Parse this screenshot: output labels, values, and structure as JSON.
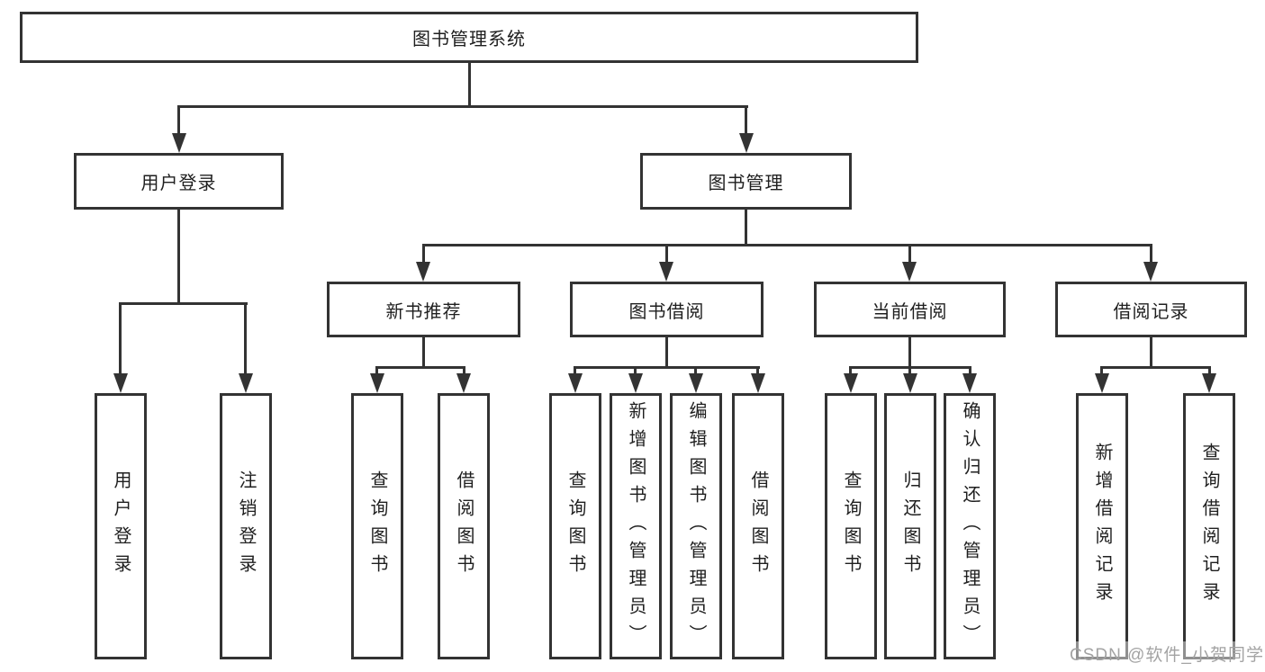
{
  "diagram": {
    "root": "图书管理系统",
    "login": {
      "label": "用户登录",
      "children": [
        "用户登录",
        "注销登录"
      ]
    },
    "management": {
      "label": "图书管理",
      "modules": [
        {
          "label": "新书推荐",
          "children": [
            "查询图书",
            "借阅图书"
          ]
        },
        {
          "label": "图书借阅",
          "children": [
            "查询图书",
            "新增图书（管理员）",
            "编辑图书（管理员）",
            "借阅图书"
          ]
        },
        {
          "label": "当前借阅",
          "children": [
            "查询图书",
            "归还图书",
            "确认归还（管理员）"
          ]
        },
        {
          "label": "借阅记录",
          "children": [
            "新增借阅记录",
            "查询借阅记录"
          ]
        }
      ]
    }
  },
  "watermark": "CSDN @软件_小贺同学",
  "colors": {
    "line": "#333333",
    "text": "#1f1f1f",
    "watermark": "#a3a3a3",
    "background": "#ffffff"
  }
}
